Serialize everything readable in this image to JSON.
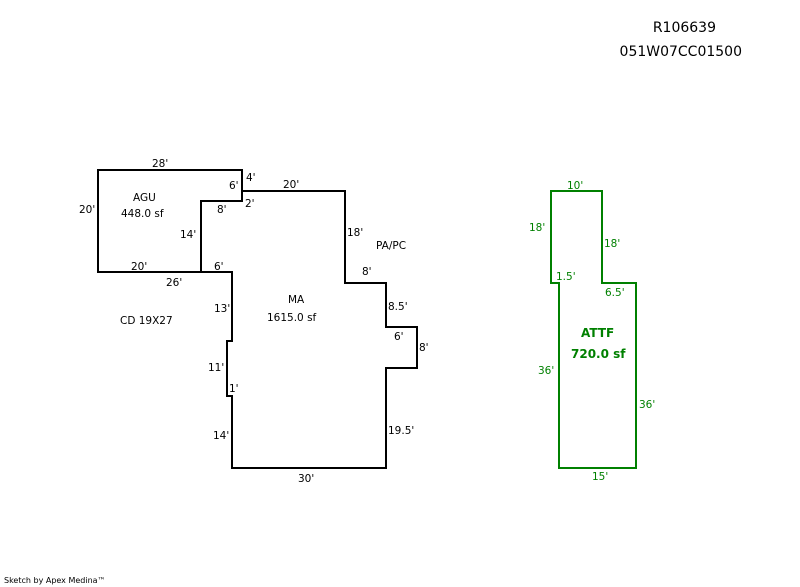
{
  "header": {
    "record_id": "R106639",
    "parcel_id": "051W07CC01500"
  },
  "credit": "Sketch by Apex Medina™",
  "areas": {
    "agu": {
      "name": "AGU",
      "area": "448.0 sf",
      "dims": {
        "top": "28'",
        "left": "20'",
        "bottom": "20'",
        "step1": "6'",
        "step2": "8'",
        "inner": "14'"
      }
    },
    "ma": {
      "name": "MA",
      "area": "1615.0 sf",
      "dims": {
        "d4": "4'",
        "top": "20'",
        "d2": "2'",
        "right1": "18'",
        "d8": "8'",
        "d85": "8.5'",
        "d6r": "6'",
        "d8r": "8'",
        "d195": "19.5'",
        "bottom": "30'",
        "d14": "14'",
        "d1": "1'",
        "d11": "11'",
        "d13": "13'",
        "d26": "26'",
        "d6": "6'"
      }
    },
    "attf": {
      "name": "ATTF",
      "area": "720.0 sf",
      "dims": {
        "top": "10'",
        "left1": "18'",
        "right1": "18'",
        "d15": "1.5'",
        "d65": "6.5'",
        "left2": "36'",
        "right2": "36'",
        "bottom": "15'"
      }
    }
  },
  "notes": {
    "papc": "PA/PC",
    "cd": "CD 19X27"
  },
  "colors": {
    "main": "#000000",
    "attf": "#008000"
  }
}
